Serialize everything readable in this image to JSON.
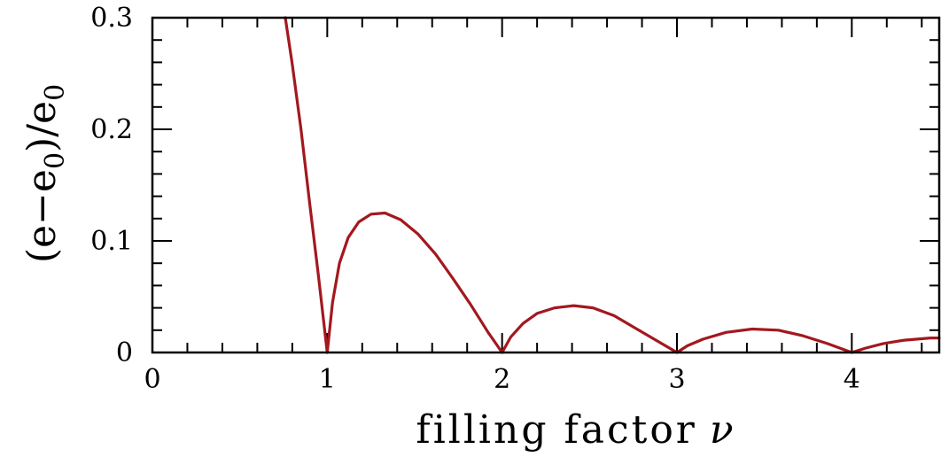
{
  "chart_data": {
    "type": "line",
    "title": "",
    "xlabel": "filling factor",
    "xlabel_symbol": "ν",
    "ylabel": {
      "open": "(e",
      "minus": "−",
      "e": "e",
      "sub": "0",
      "close": ")/e",
      "sub2": "0"
    },
    "xlim": [
      0,
      4.5
    ],
    "ylim": [
      0,
      0.3
    ],
    "x_ticks": [
      0,
      1,
      2,
      3,
      4
    ],
    "x_tick_labels": [
      "0",
      "1",
      "2",
      "3",
      "4"
    ],
    "y_ticks": [
      0,
      0.1,
      0.2,
      0.3
    ],
    "y_tick_labels": [
      "0",
      "0.1",
      "0.2",
      "0.3"
    ],
    "grid": false,
    "colors": {
      "line": "#a3181f",
      "axes": "#000000"
    },
    "series": [
      {
        "x": [
          0.76,
          0.8,
          0.85,
          0.9,
          0.95,
          1.0,
          1.03,
          1.07,
          1.12,
          1.18,
          1.25,
          1.33,
          1.42,
          1.52,
          1.62,
          1.72,
          1.82,
          1.92,
          2.0,
          2.05,
          2.12,
          2.2,
          2.3,
          2.41,
          2.52,
          2.64,
          2.76,
          2.88,
          3.0,
          3.06,
          3.15,
          3.28,
          3.43,
          3.58,
          3.72,
          3.86,
          4.0,
          4.08,
          4.18,
          4.3,
          4.45,
          4.5
        ],
        "y": [
          0.3,
          0.258,
          0.2,
          0.133,
          0.068,
          0.0,
          0.045,
          0.08,
          0.103,
          0.117,
          0.124,
          0.125,
          0.119,
          0.106,
          0.088,
          0.066,
          0.043,
          0.018,
          0.0,
          0.014,
          0.026,
          0.035,
          0.04,
          0.042,
          0.04,
          0.033,
          0.022,
          0.011,
          0.0,
          0.006,
          0.012,
          0.018,
          0.021,
          0.02,
          0.015,
          0.008,
          0.0,
          0.004,
          0.008,
          0.011,
          0.013,
          0.013
        ]
      }
    ]
  }
}
